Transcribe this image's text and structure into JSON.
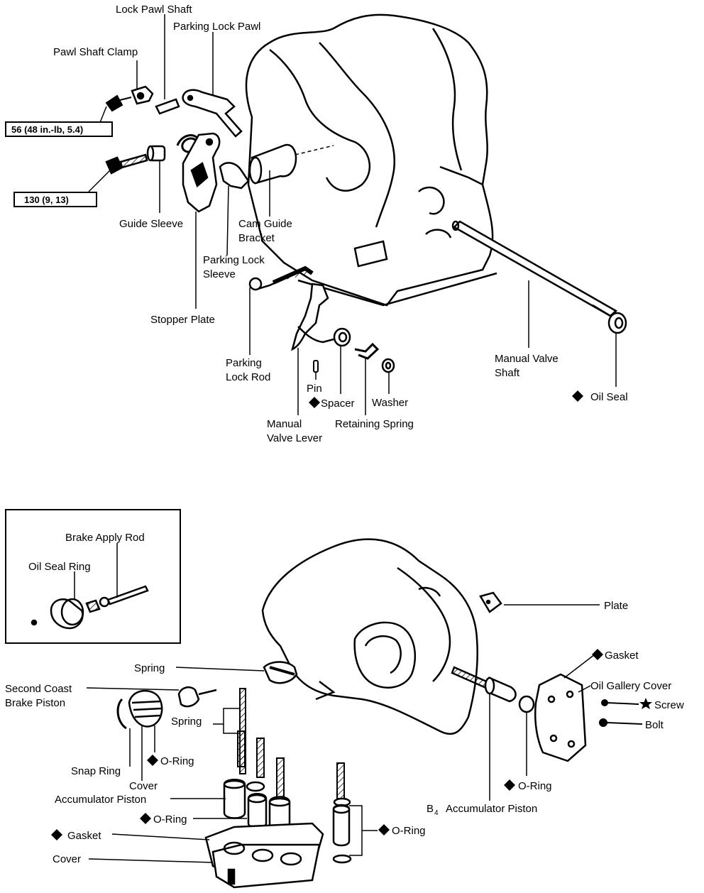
{
  "top_diagram": {
    "labels": {
      "lock_pawl_shaft": "Lock Pawl Shaft",
      "parking_lock_pawl": "Parking Lock Pawl",
      "pawl_shaft_clamp": "Pawl Shaft Clamp",
      "torque_spec_1": "56 (48 in.-lb, 5.4)",
      "torque_spec_2": "130 (9, 13)",
      "guide_sleeve": "Guide Sleeve",
      "cam_guide_bracket_1": "Cam Guide",
      "cam_guide_bracket_2": "Bracket",
      "parking_lock_sleeve_1": "Parking Lock",
      "parking_lock_sleeve_2": "Sleeve",
      "stopper_plate": "Stopper Plate",
      "parking_lock_rod_1": "Parking",
      "parking_lock_rod_2": "Lock Rod",
      "pin": "Pin",
      "spacer": "Spacer",
      "washer": "Washer",
      "manual_valve_lever_1": "Manual",
      "manual_valve_lever_2": "Valve Lever",
      "retaining_spring": "Retaining Spring",
      "manual_valve_shaft_1": "Manual Valve",
      "manual_valve_shaft_2": "Shaft",
      "oil_seal": "Oil Seal"
    }
  },
  "bottom_diagram": {
    "inset_labels": {
      "brake_apply_rod": "Brake Apply Rod",
      "oil_seal_ring": "Oil Seal Ring"
    },
    "labels": {
      "plate": "Plate",
      "gasket_right": "Gasket",
      "oil_gallery_cover": "Oil Gallery Cover",
      "screw": "Screw",
      "bolt": "Bolt",
      "spring_1": "Spring",
      "second_coast_1": "Second Coast",
      "second_coast_2": "Brake Piston",
      "spring_2": "Spring",
      "o_ring_1": "O-Ring",
      "snap_ring": "Snap Ring",
      "cover_1": "Cover",
      "accumulator_piston": "Accumulator Piston",
      "o_ring_2": "O-Ring",
      "gasket_left": "Gasket",
      "cover_2": "Cover",
      "o_ring_3": "O-Ring",
      "o_ring_4": "O-Ring",
      "b4_accumulator_piston": "Accumulator Piston",
      "b4_prefix": "B",
      "b4_sub": "4"
    }
  },
  "symbols": {
    "diamond": "new-part-diamond-icon",
    "star": "precoated-star-icon"
  }
}
